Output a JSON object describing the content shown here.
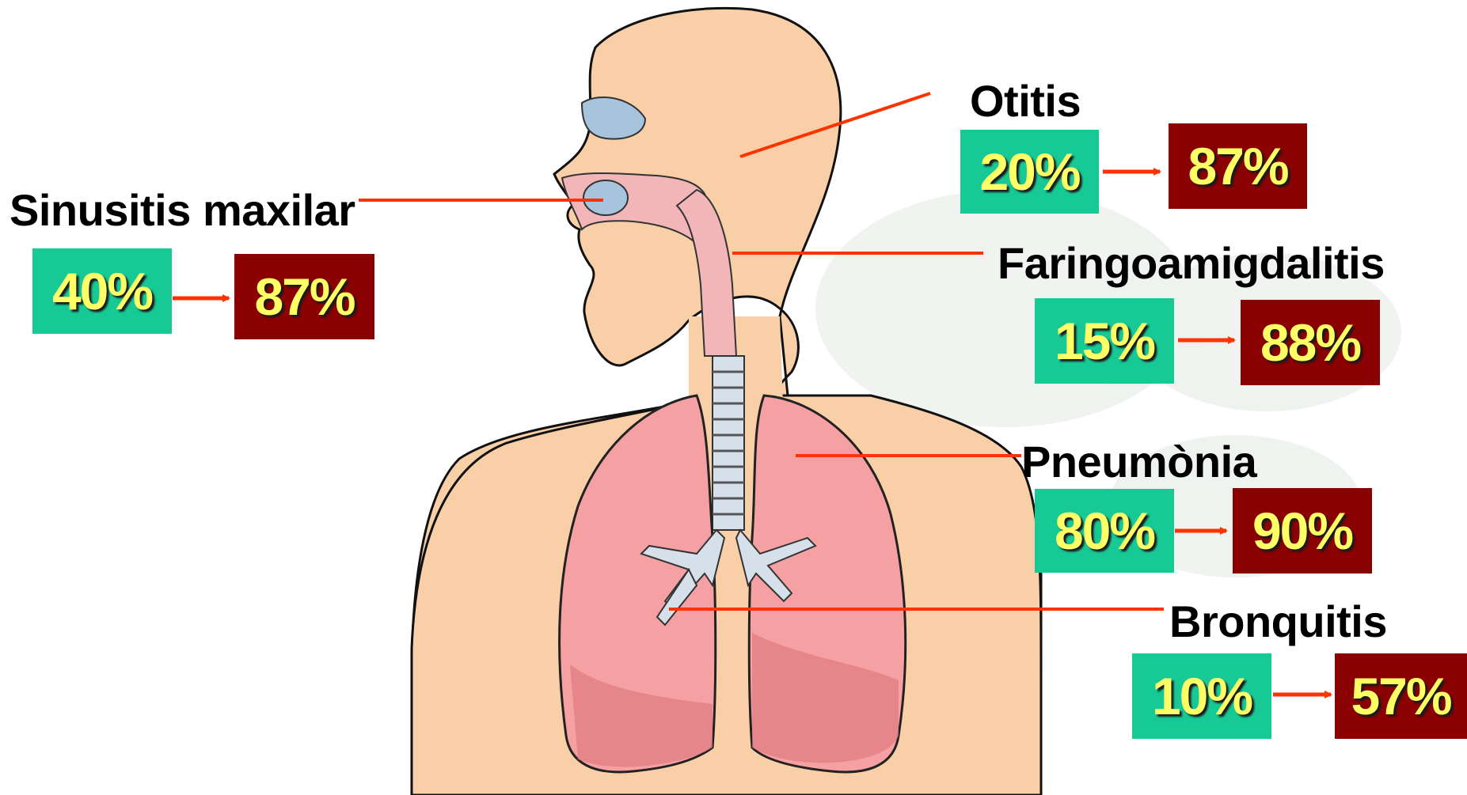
{
  "colors": {
    "before_box": "#17c995",
    "after_box": "#8b0000",
    "percent_text": "#ffff66",
    "leader_line": "#ff3300",
    "skin": "#f9cfa8",
    "lung": "#f5a0a3",
    "airway": "#f2b5b8",
    "sinus": "#a8c4dc"
  },
  "illustration": {
    "subject": "human respiratory system",
    "icons": [
      "head-silhouette-icon",
      "nasal-cavity-icon",
      "trachea-icon",
      "lung-icon",
      "bronchi-icon"
    ]
  },
  "conditions": [
    {
      "id": "otitis",
      "label": "Otitis",
      "before": "20%",
      "after": "87%"
    },
    {
      "id": "sinusitis",
      "label": "Sinusitis maxilar",
      "before": "40%",
      "after": "87%"
    },
    {
      "id": "faringo",
      "label": "Faringoamigdalitis",
      "before": "15%",
      "after": "88%"
    },
    {
      "id": "pneumonia",
      "label": "Pneumònia",
      "before": "80%",
      "after": "90%"
    },
    {
      "id": "bronquitis",
      "label": "Bronquitis",
      "before": "10%",
      "after": "57%"
    }
  ]
}
